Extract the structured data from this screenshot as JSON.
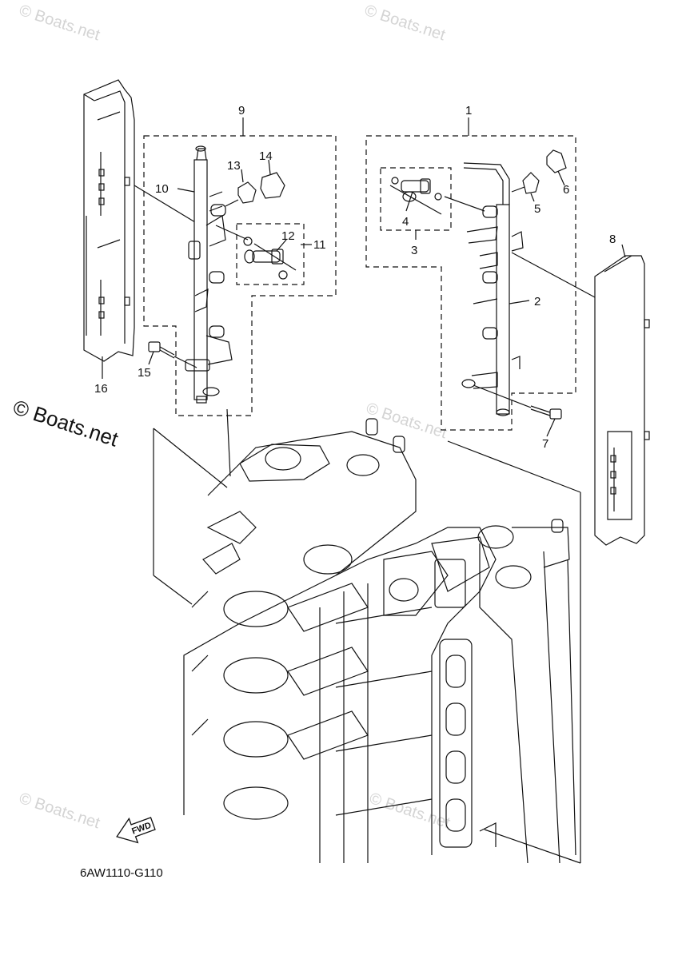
{
  "watermark": {
    "small": "© Boats.net",
    "large": "© Boats.net"
  },
  "callouts": {
    "c1": "1",
    "c2": "2",
    "c3": "3",
    "c4": "4",
    "c5": "5",
    "c6": "6",
    "c7": "7",
    "c8": "8",
    "c9": "9",
    "c10": "10",
    "c11": "11",
    "c12": "12",
    "c13": "13",
    "c14": "14",
    "c15": "15",
    "c16": "16"
  },
  "fwd_label": "FWD",
  "diagram_code": "6AW1110-G110"
}
